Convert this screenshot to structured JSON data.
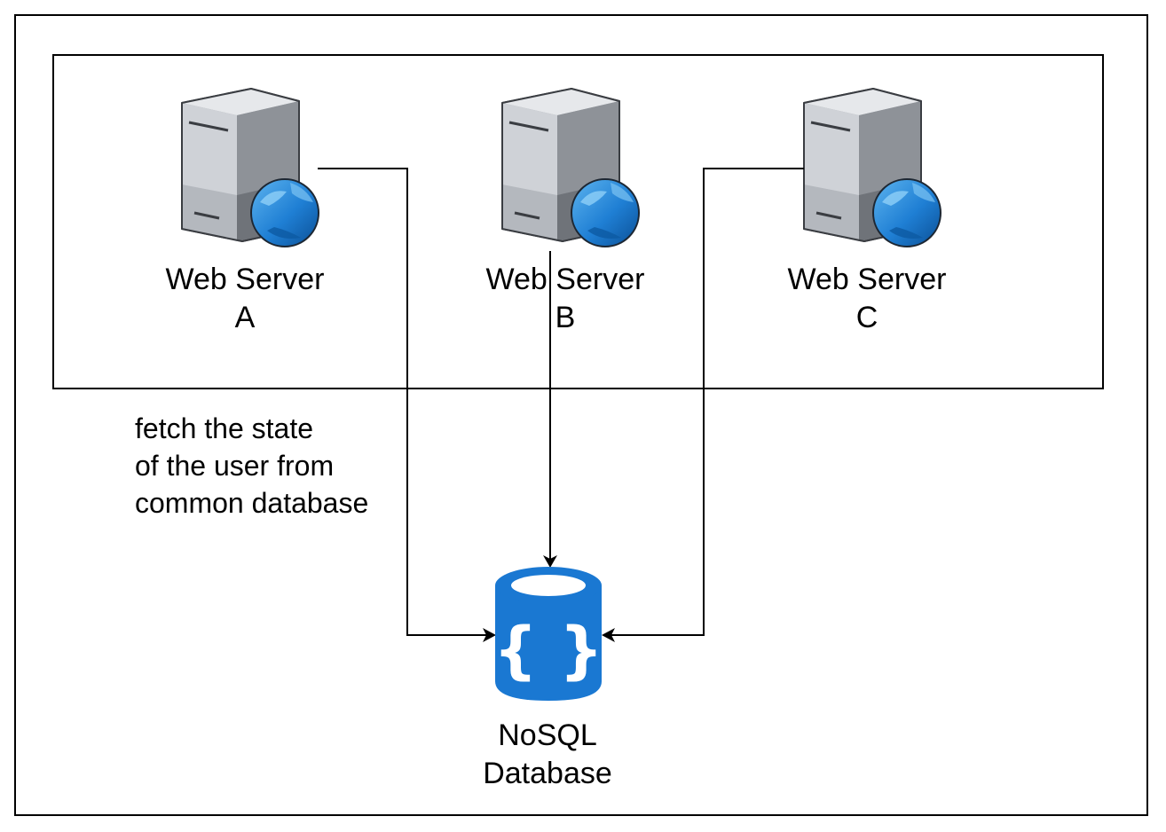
{
  "servers": [
    {
      "line1": "Web Server",
      "line2": "A"
    },
    {
      "line1": "Web Server",
      "line2": "B"
    },
    {
      "line1": "Web Server",
      "line2": "C"
    }
  ],
  "database": {
    "line1": "NoSQL",
    "line2": "Database",
    "icon_glyph": "{ }"
  },
  "note": {
    "line1": "fetch the state",
    "line2": "of the user from",
    "line3": "common database"
  },
  "colors": {
    "line": "#000000",
    "server_light": "#d4d7dd",
    "server_mid": "#a6aab0",
    "server_dark": "#7f8389",
    "globe": "#1f7fd4",
    "db": "#1a78d2"
  }
}
